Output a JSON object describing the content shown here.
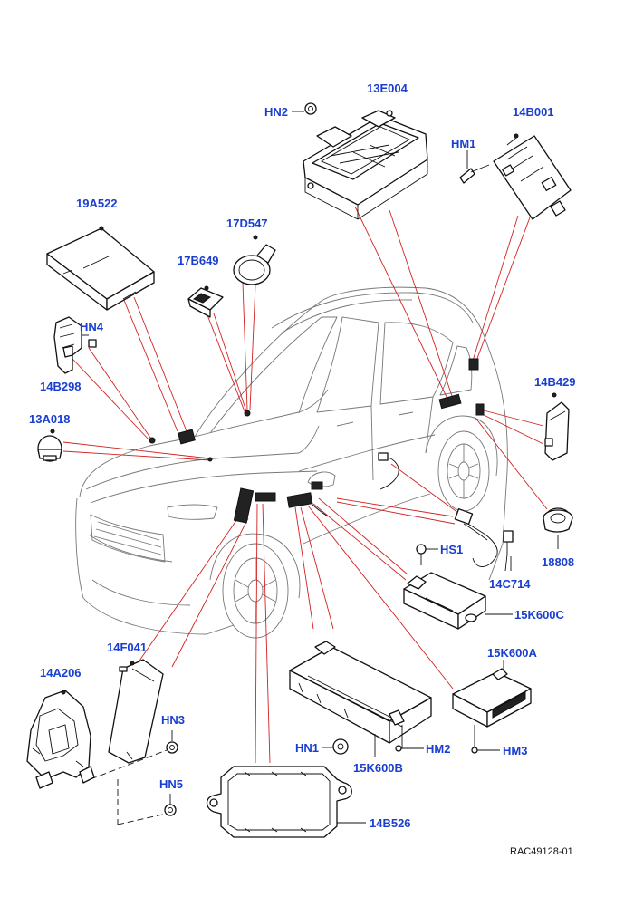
{
  "diagram": {
    "labels": {
      "l_13E004": "13E004",
      "l_HN2": "HN2",
      "l_14B001": "14B001",
      "l_HM1": "HM1",
      "l_19A522": "19A522",
      "l_17D547": "17D547",
      "l_17B649": "17B649",
      "l_HN4": "HN4",
      "l_14B298": "14B298",
      "l_13A018": "13A018",
      "l_14B429": "14B429",
      "l_HS1": "HS1",
      "l_18808": "18808",
      "l_14C714": "14C714",
      "l_15K600C": "15K600C",
      "l_14F041": "14F041",
      "l_14A206": "14A206",
      "l_15K600A": "15K600A",
      "l_HN3": "HN3",
      "l_HN1": "HN1",
      "l_HM2": "HM2",
      "l_HM3": "HM3",
      "l_15K600B": "15K600B",
      "l_HN5": "HN5",
      "l_14B526": "14B526"
    },
    "reference": "RAC49128-01"
  },
  "colors": {
    "label": "#1a3fd0",
    "leader": "#d42020",
    "line": "#111111",
    "vehicle": "#777777"
  }
}
